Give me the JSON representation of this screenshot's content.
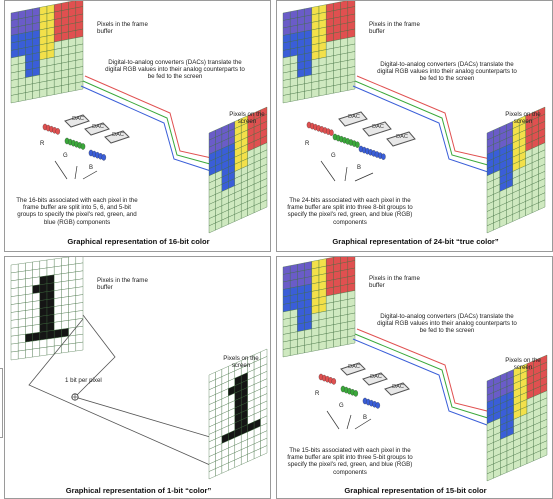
{
  "panels": [
    {
      "caption": "Graphical representation of 16-bit color",
      "fb_label": "Pixels in the frame buffer",
      "dac_label": "Digital-to-analog converters (DACs) translate the digital RGB values into their analog counterparts to be fed to the screen",
      "screen_label": "Pixels on the screen",
      "bits_text": "The 16-bits associated with each pixel in the frame buffer are split into 5, 6, and 5-bit groups to specify the pixel's red, green, and blue (RGB) components",
      "dac": "DAC",
      "r": "R",
      "g": "G",
      "b": "B"
    },
    {
      "caption": "Graphical representation of 24-bit “true color”",
      "fb_label": "Pixels in the frame buffer",
      "dac_label": "Digital-to-analog converters (DACs) translate the digital RGB values into their analog counterparts to be fed to the screen",
      "screen_label": "Pixels on the screen",
      "bits_text": "The 24-bits associated with each pixel in the frame buffer are split into three 8-bit groups to specify the pixel's red, green, and blue (RGB) components",
      "dac": "DAC",
      "r": "R",
      "g": "G",
      "b": "B"
    },
    {
      "caption": "Graphical representation of 1-bit “color”",
      "fb_label": "Pixels in the frame buffer",
      "bit_label": "1 bit per pixel",
      "screen_label": "Pixels on the screen"
    },
    {
      "caption": "Graphical representation of 15-bit color",
      "fb_label": "Pixels in the frame buffer",
      "dac_label": "Digital-to-analog converters (DACs) translate the digital RGB values into their analog counterparts to be fed to the screen",
      "screen_label": "Pixels on the screen",
      "bits_text": "The 15-bits associated with each pixel in the frame buffer are split into three 5-bit groups to specify the pixel's red, green, and blue (RGB) components",
      "dac": "DAC",
      "r": "R",
      "g": "G",
      "b": "B"
    }
  ],
  "colors": {
    "red": "#e05050",
    "green": "#3aa83a",
    "blue": "#3a5ed8",
    "yellow": "#f3e04a",
    "purple": "#6a5cc8",
    "grid_green": "#cfe9c0",
    "black": "#151515"
  }
}
